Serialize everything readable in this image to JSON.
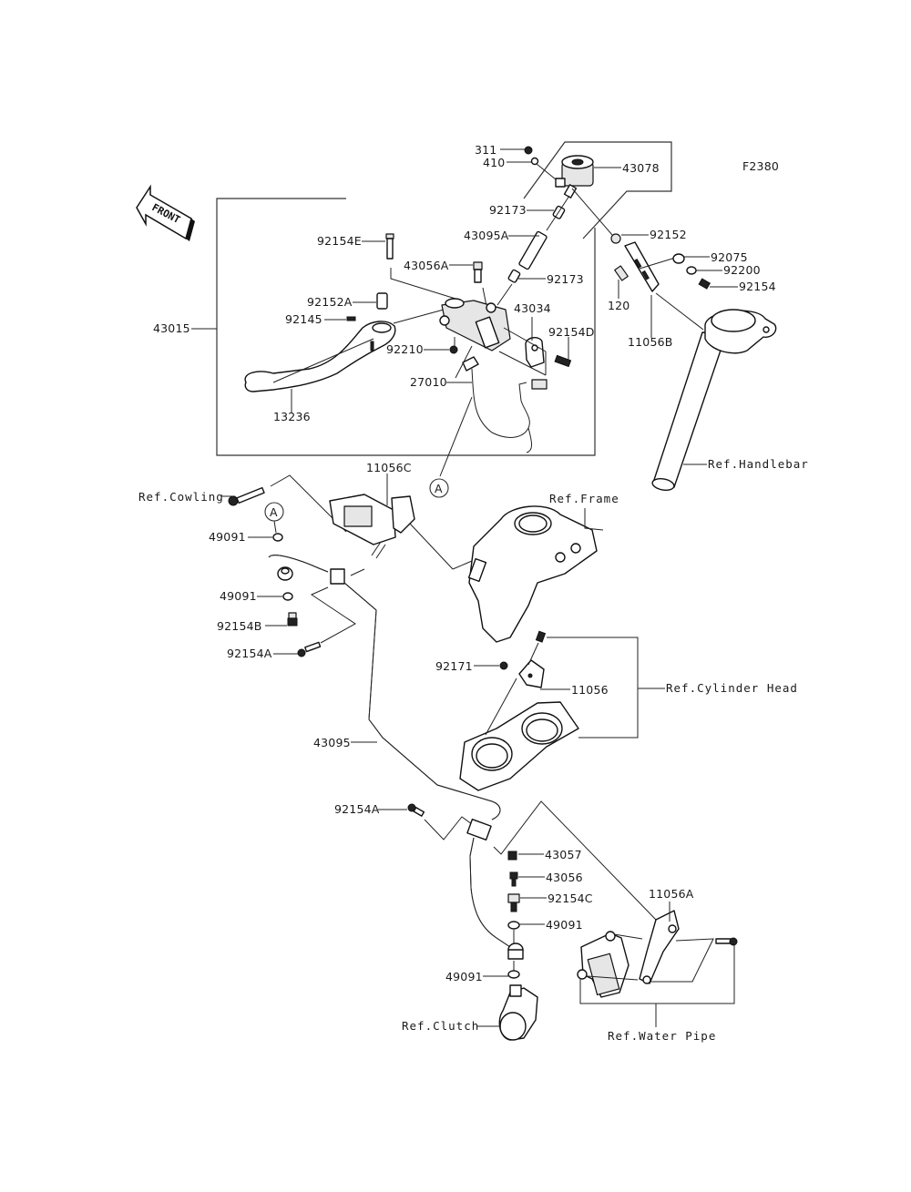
{
  "diagram": {
    "code": "F2380",
    "front_label": "FRONT",
    "assembly_group": "43015",
    "callout_marker": "A",
    "parts": {
      "p311": "311",
      "p410": "410",
      "p43078": "43078",
      "p92173a": "92173",
      "p43095A": "43095A",
      "p92173b": "92173",
      "p92152": "92152",
      "p92075": "92075",
      "p92200": "92200",
      "p92154": "92154",
      "p120": "120",
      "p11056B": "11056B",
      "p92154E": "92154E",
      "p43056A": "43056A",
      "p92152A": "92152A",
      "p92145": "92145",
      "p43034": "43034",
      "p92154D": "92154D",
      "p92210": "92210",
      "p27010": "27010",
      "p13236": "13236",
      "p43015": "43015",
      "p11056C": "11056C",
      "p49091a": "49091",
      "p49091b": "49091",
      "p92154B": "92154B",
      "p92154A1": "92154A",
      "p92171": "92171",
      "p11056": "11056",
      "p43095": "43095",
      "p92154A2": "92154A",
      "p43057": "43057",
      "p43056": "43056",
      "p92154C": "92154C",
      "p49091c": "49091",
      "p49091d": "49091",
      "p11056A": "11056A"
    },
    "references": {
      "handlebar": "Ref.Handlebar",
      "cowling": "Ref.Cowling",
      "frame": "Ref.Frame",
      "cylinder_head": "Ref.Cylinder Head",
      "clutch": "Ref.Clutch",
      "water_pipe": "Ref.Water Pipe"
    }
  }
}
